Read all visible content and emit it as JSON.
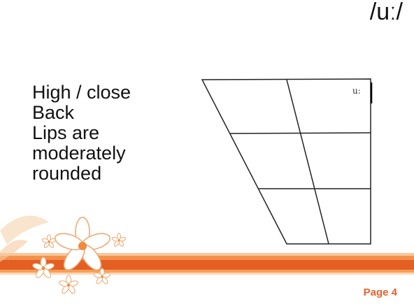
{
  "slide": {
    "symbol": "/uː/",
    "description_lines": [
      "High / close",
      "Back",
      "Lips are",
      "moderately",
      "rounded"
    ],
    "chart_symbol": "u:",
    "page_label": "Page 4"
  },
  "colors": {
    "accent": "#e8612c",
    "band_light": "#f6a05a",
    "band_dark": "#e35f24",
    "flower": "#f7b27a"
  }
}
